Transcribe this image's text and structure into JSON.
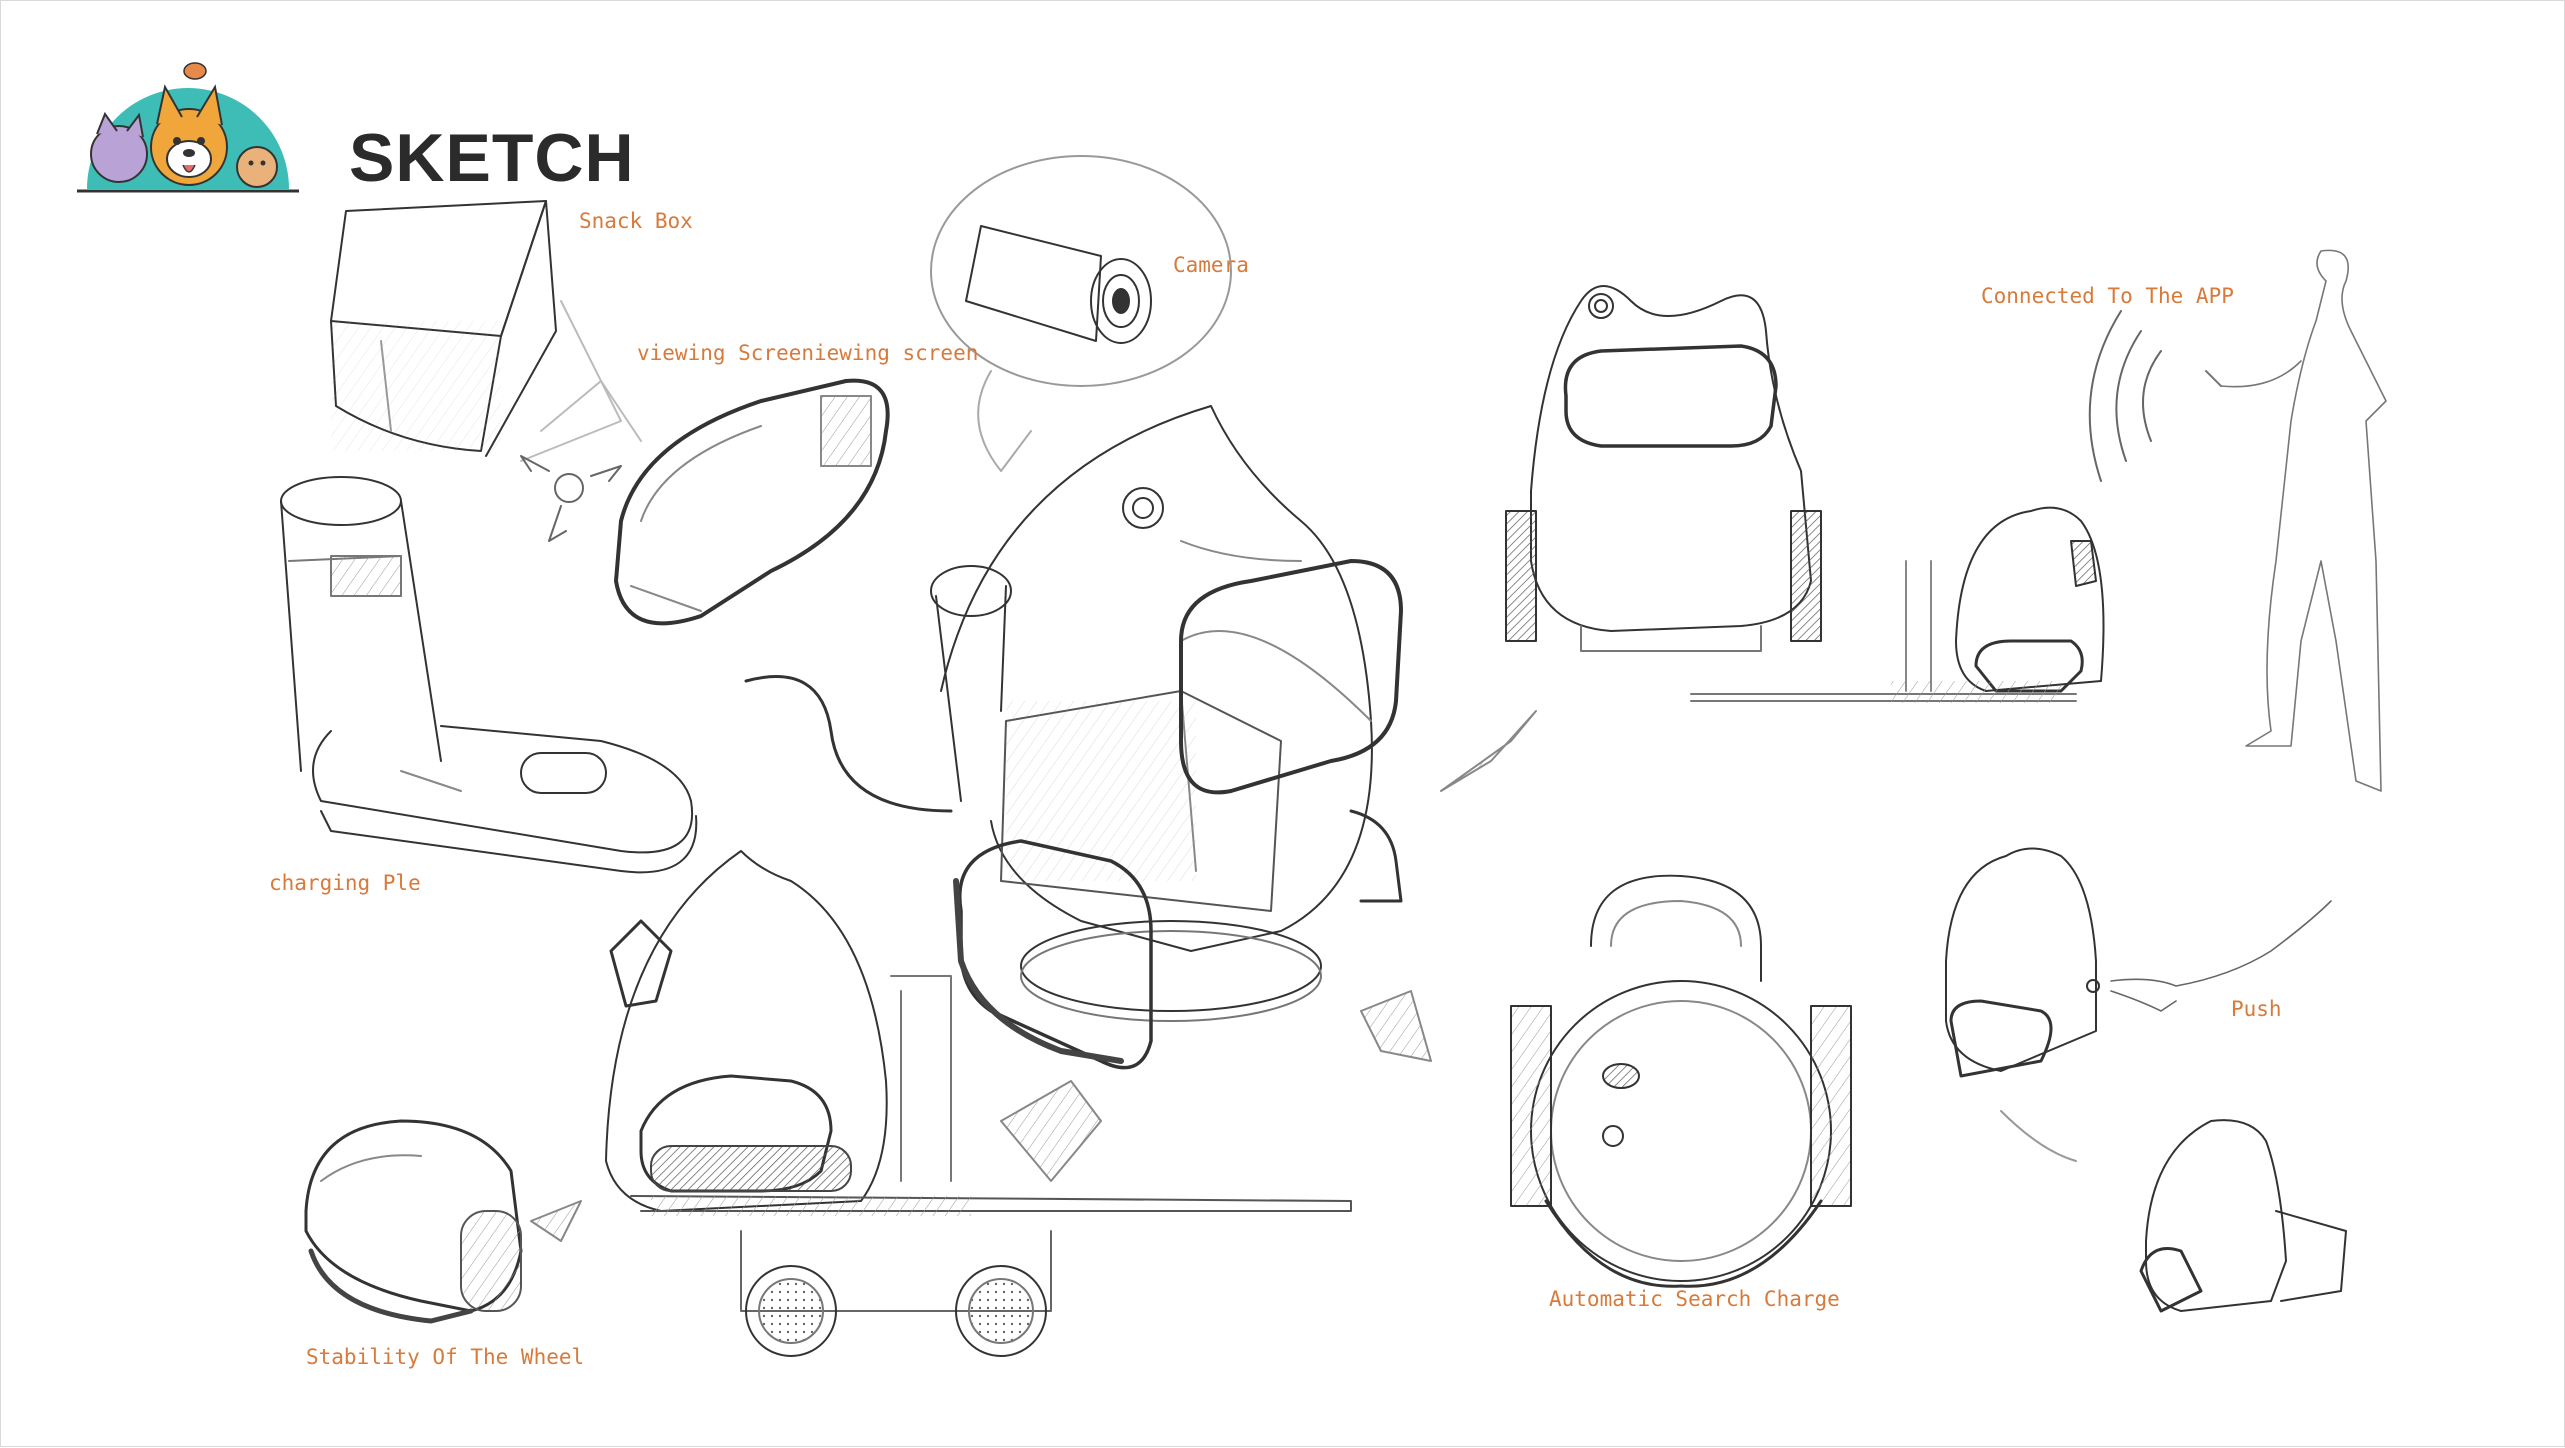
{
  "page": {
    "title": "SKETCH"
  },
  "labels": {
    "snack_box": "Snack Box",
    "viewing_screen": "viewing Screeniewing screen",
    "camera": "Camera",
    "charging_pile": "charging Ple",
    "connected_app": "Connected To The APP",
    "push": "Push",
    "automatic_search_charge": "Automatic Search Charge",
    "stability_wheel": "Stability Of The Wheel"
  },
  "colors": {
    "label": "#d77a3a",
    "title": "#2b2b2b",
    "logo_circle": "#3dbdb5",
    "stroke": "#333333"
  }
}
